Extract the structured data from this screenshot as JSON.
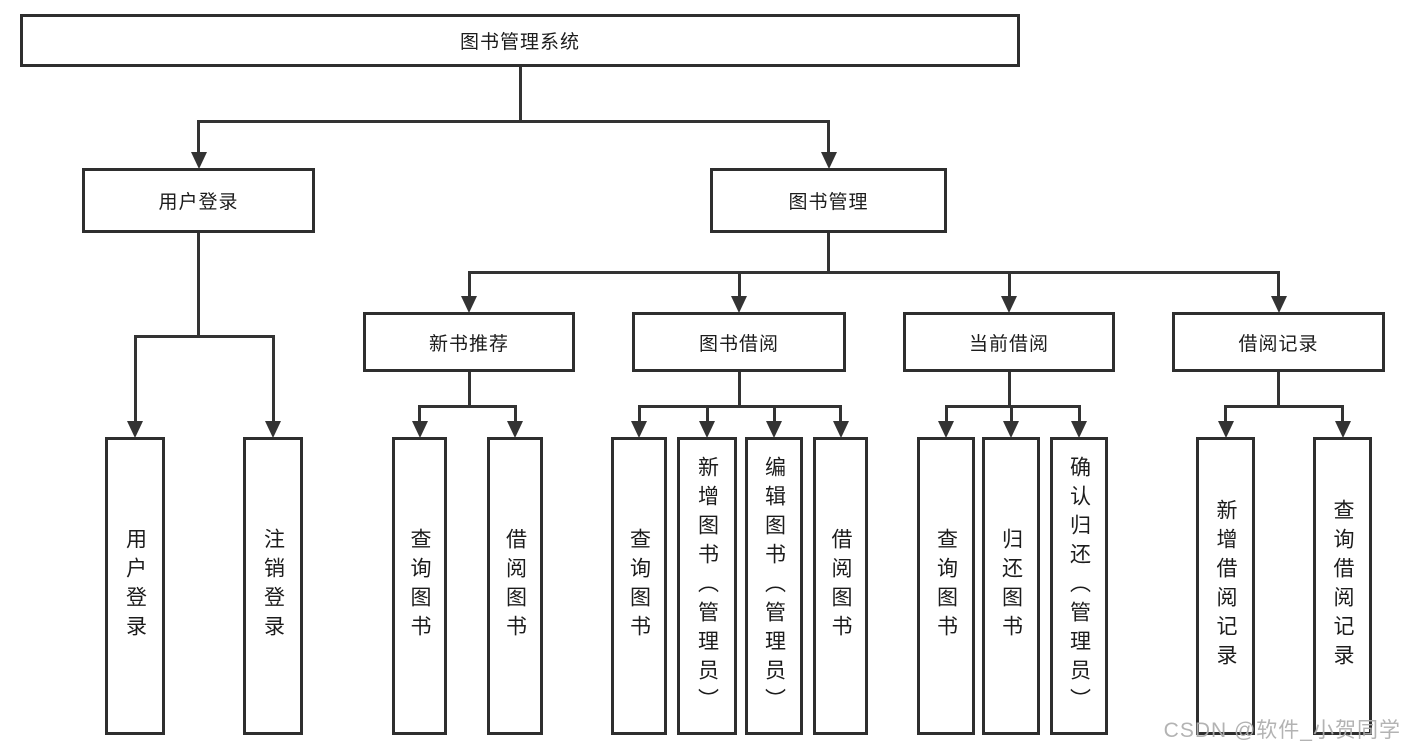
{
  "tree": {
    "root": "图书管理系统",
    "branches": [
      {
        "label": "用户登录",
        "children": [
          "用户登录",
          "注销登录"
        ]
      },
      {
        "label": "图书管理",
        "groups": [
          {
            "label": "新书推荐",
            "children": [
              "查询图书",
              "借阅图书"
            ]
          },
          {
            "label": "图书借阅",
            "children": [
              "查询图书",
              "新增图书（管理员）",
              "编辑图书（管理员）",
              "借阅图书"
            ]
          },
          {
            "label": "当前借阅",
            "children": [
              "查询图书",
              "归还图书",
              "确认归还（管理员）"
            ]
          },
          {
            "label": "借阅记录",
            "children": [
              "新增借阅记录",
              "查询借阅记录"
            ]
          }
        ]
      }
    ]
  },
  "watermark": "CSDN @软件_小贺同学",
  "colors": {
    "line": "#333333",
    "box_border": "#2e2e2e",
    "text": "#1c1c1c",
    "background": "#ffffff",
    "watermark": "#afafaf"
  }
}
